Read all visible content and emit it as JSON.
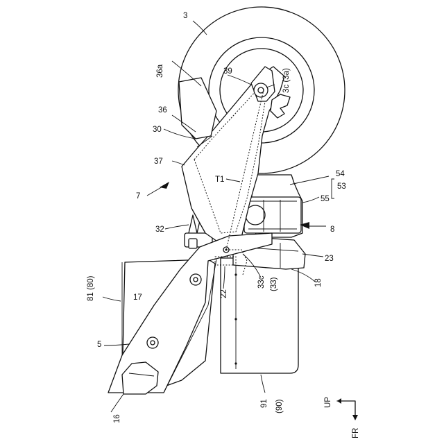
{
  "labels": {
    "l3": "3",
    "l36a": "36a",
    "l39": "39",
    "l3c": "3c (3a)",
    "l36": "36",
    "l30": "30",
    "l37": "37",
    "l7": "7",
    "lT1": "T1",
    "l54": "54",
    "l53": "53",
    "l55": "55",
    "l32": "32",
    "l8": "8",
    "l23": "23",
    "l81": "81 (80)",
    "l17": "17",
    "l22": "22",
    "l33c": "33c",
    "l33": "(33)",
    "l18": "18",
    "l5": "5",
    "l91": "91",
    "l90": "(90)",
    "l16": "16",
    "up": "UP",
    "fr": "FR"
  }
}
